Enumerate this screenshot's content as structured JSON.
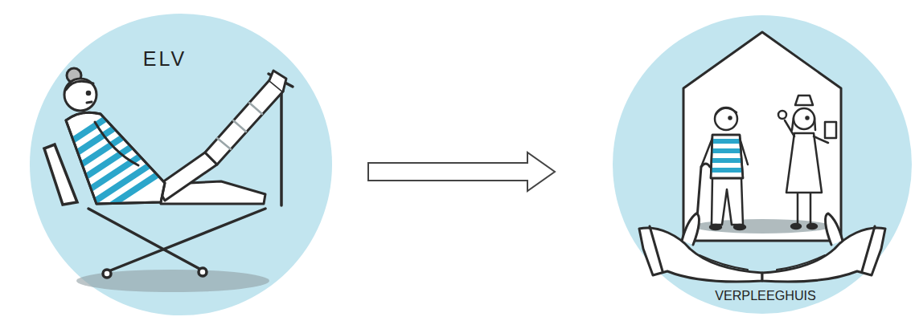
{
  "diagram": {
    "nodes": [
      {
        "text": [
          "ELV"
        ]
      },
      {
        "text": [
          "VERPLEEGHUIS"
        ]
      }
    ],
    "edges": [
      {
        "from": 0,
        "to": 1,
        "arrow": "to"
      }
    ]
  }
}
